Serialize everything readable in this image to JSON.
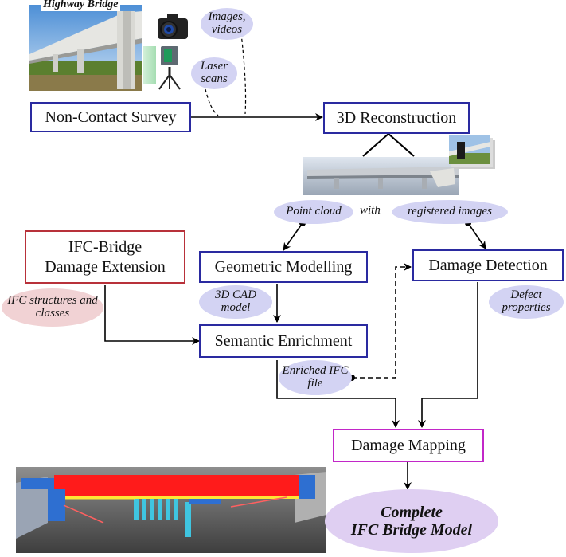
{
  "photo_caption": "Highway Bridge",
  "labels": {
    "images_videos": "Images, videos",
    "laser_scans": "Laser scans",
    "point_cloud": "Point cloud",
    "with": "with",
    "registered_images": "registered images",
    "ifc_structures": "IFC structures and classes",
    "cad_model": "3D CAD model",
    "defect_properties": "Defect properties",
    "enriched_ifc": "Enriched IFC file"
  },
  "nodes": {
    "non_contact_survey": "Non-Contact Survey",
    "reconstruction": "3D Reconstruction",
    "ifc_bridge_line1": "IFC-Bridge",
    "ifc_bridge_line2": "Damage Extension",
    "geometric_modelling": "Geometric Modelling",
    "damage_detection": "Damage Detection",
    "semantic_enrichment": "Semantic Enrichment",
    "damage_mapping": "Damage Mapping"
  },
  "final_output": {
    "line1": "Complete",
    "line2": "IFC Bridge Model"
  },
  "colors": {
    "process_border": "#2a2aa0",
    "extension_border": "#b8313a",
    "mapping_border": "#c227c8",
    "lavender_label": "#d3d3f3",
    "pink_label": "#f1d2d4"
  }
}
